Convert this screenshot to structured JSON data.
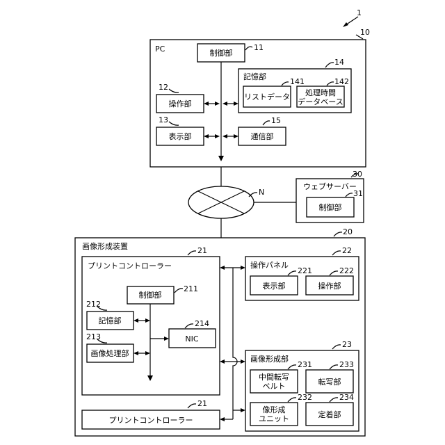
{
  "system_ref": "1",
  "pc": {
    "ref": "10",
    "title": "PC",
    "control": {
      "label": "制御部",
      "ref": "11"
    },
    "storage": {
      "label": "記憶部",
      "ref": "14",
      "list_data": {
        "label": "リストデータ",
        "ref": "141"
      },
      "time_db": {
        "line1": "処理時間",
        "line2": "データベース",
        "ref": "142"
      }
    },
    "operation": {
      "label": "操作部",
      "ref": "12"
    },
    "display": {
      "label": "表示部",
      "ref": "13"
    },
    "comm": {
      "label": "通信部",
      "ref": "15"
    }
  },
  "network": {
    "label": "N"
  },
  "web_server": {
    "title": "ウェブサーバー",
    "ref": "30",
    "control": {
      "label": "制御部",
      "ref": "31"
    }
  },
  "image_forming": {
    "title": "画像形成装置",
    "ref": "20",
    "print_controller": {
      "title": "プリントコントローラー",
      "ref": "21",
      "control": {
        "label": "制御部",
        "ref": "211"
      },
      "storage": {
        "label": "記憶部",
        "ref": "212"
      },
      "image_proc": {
        "label": "画像処理部",
        "ref": "213"
      },
      "nic": {
        "label": "NIC",
        "ref": "214"
      }
    },
    "op_panel": {
      "title": "操作パネル",
      "ref": "22",
      "display": {
        "label": "表示部",
        "ref": "221"
      },
      "operation": {
        "label": "操作部",
        "ref": "222"
      }
    },
    "forming_unit": {
      "title": "画像形成部",
      "ref": "23",
      "belt": {
        "line1": "中間転写",
        "line2": "ベルト",
        "ref": "231"
      },
      "transfer": {
        "label": "転写部",
        "ref": "233"
      },
      "imaging": {
        "line1": "像形成",
        "line2": "ユニット",
        "ref": "232"
      },
      "fixing": {
        "label": "定着部",
        "ref": "234"
      }
    },
    "print_controller_bar": {
      "label": "プリントコントローラー",
      "ref": "21"
    }
  }
}
